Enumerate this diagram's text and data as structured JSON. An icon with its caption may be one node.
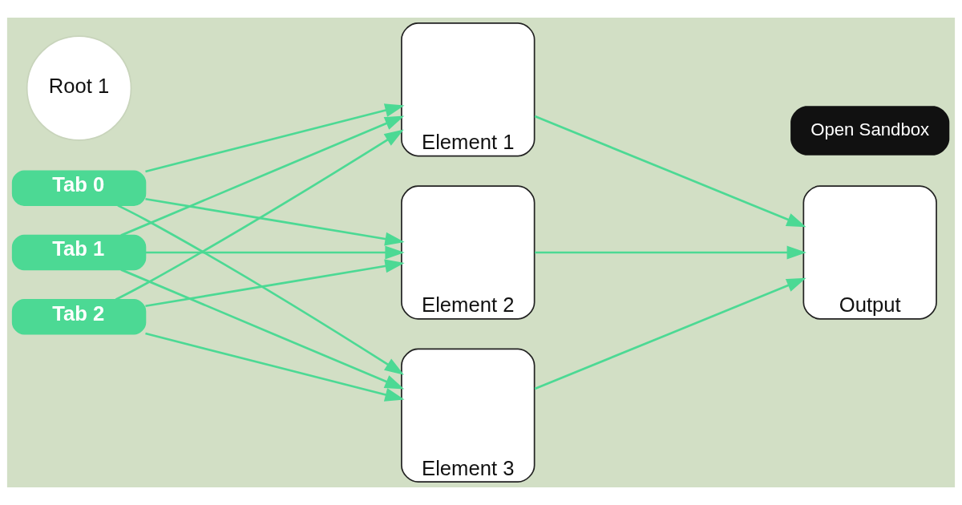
{
  "diagram": {
    "nodes": [
      {
        "text": [
          "Tab 0"
        ]
      },
      {
        "text": [
          "Root 1"
        ]
      },
      {
        "text": [
          "Tab 1"
        ]
      },
      {
        "text": [
          "Tab 2"
        ]
      },
      {
        "text": [
          "Element 1"
        ]
      },
      {
        "text": [
          "Element 2"
        ]
      },
      {
        "text": [
          "Element 3"
        ]
      },
      {
        "text": [
          "Output"
        ]
      }
    ],
    "edges": [
      {
        "from": 0,
        "to": 4,
        "arrow": "to"
      },
      {
        "from": 0,
        "to": 5,
        "arrow": "to"
      },
      {
        "from": 0,
        "to": 6,
        "arrow": "to"
      },
      {
        "from": 2,
        "to": 4,
        "arrow": "to"
      },
      {
        "from": 2,
        "to": 5,
        "arrow": "to"
      },
      {
        "from": 2,
        "to": 6,
        "arrow": "to"
      },
      {
        "from": 3,
        "to": 4,
        "arrow": "to"
      },
      {
        "from": 3,
        "to": 5,
        "arrow": "to"
      },
      {
        "from": 3,
        "to": 6,
        "arrow": "to"
      },
      {
        "from": 4,
        "to": 7,
        "arrow": "to"
      },
      {
        "from": 5,
        "to": 7,
        "arrow": "to"
      },
      {
        "from": 6,
        "to": 7,
        "arrow": "to"
      }
    ],
    "labels": [
      "Open Sandbox"
    ]
  }
}
